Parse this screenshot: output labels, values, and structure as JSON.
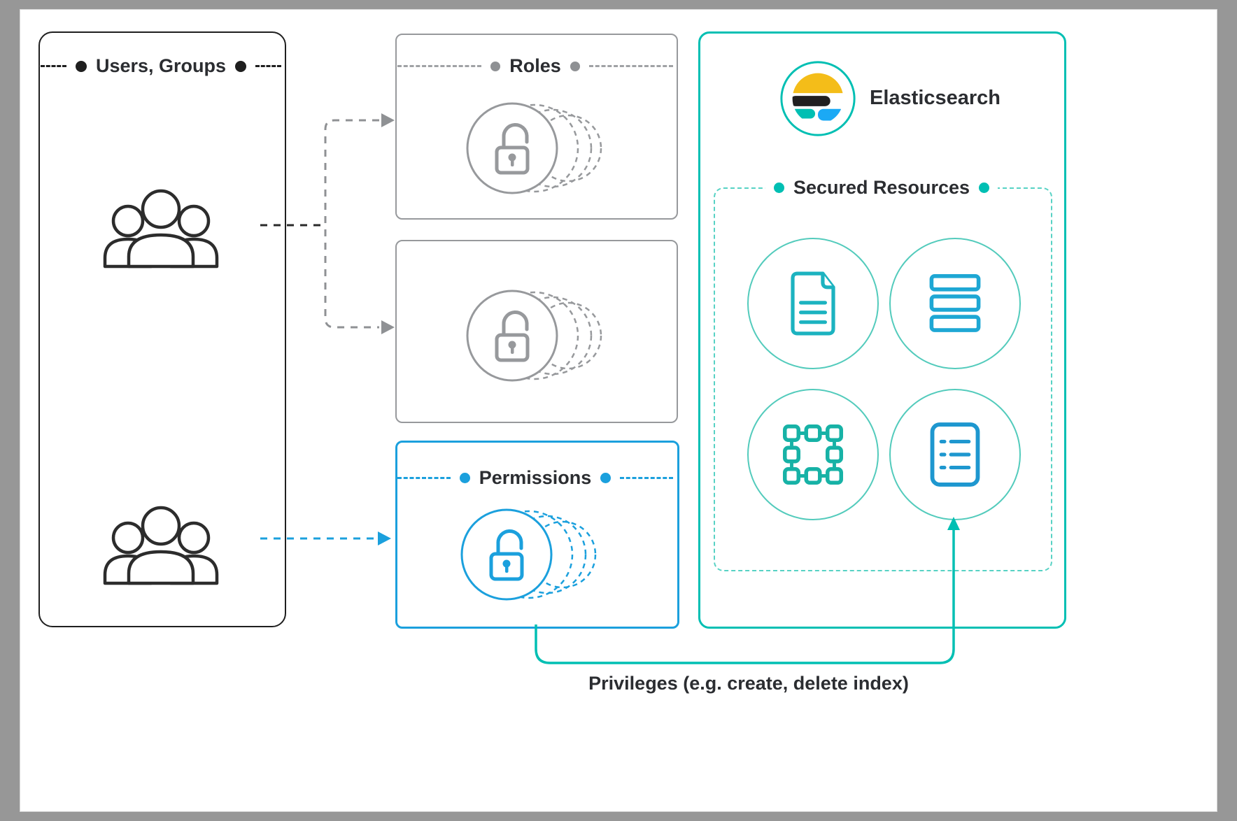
{
  "labels": {
    "users_groups": "Users, Groups",
    "roles": "Roles",
    "permissions": "Permissions",
    "elasticsearch": "Elasticsearch",
    "secured_resources": "Secured Resources",
    "privileges_caption": "Privileges (e.g. create, delete index)"
  },
  "icons": {
    "users_groups": "people-group-icon",
    "roles": "unlocked-padlock-icon",
    "permissions": "unlocked-padlock-icon",
    "elasticsearch": "elastic-logo-icon",
    "secured_resources": [
      "document-icon",
      "stacked-index-icon",
      "cluster-nodes-icon",
      "list-icon"
    ]
  },
  "colors": {
    "black": "#1f1f1f",
    "gray": "#97999c",
    "blue": "#1ba0dd",
    "teal": "#00bfb3",
    "teal_light": "#57d2c4",
    "text_dark": "#2b2d31",
    "logo_yellow": "#f4bd19",
    "logo_dark": "#211f20",
    "logo_teal": "#00bfb3",
    "logo_blue": "#1ba9f5"
  }
}
